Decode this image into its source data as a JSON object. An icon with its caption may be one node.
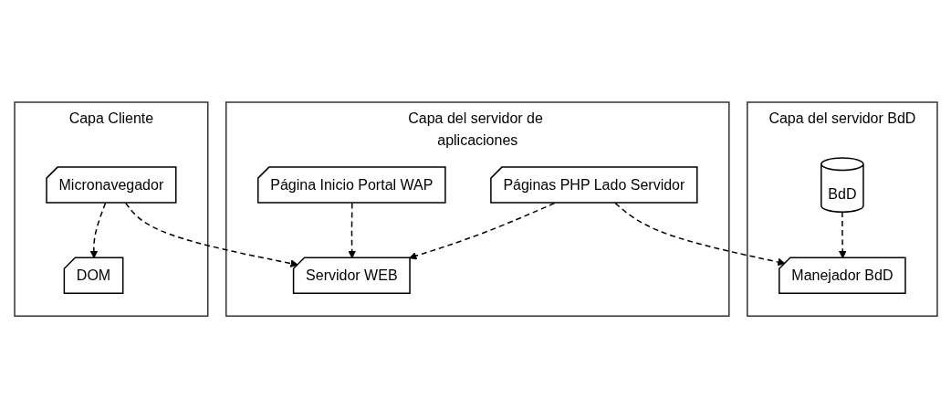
{
  "diagram": {
    "nodes": [
      {
        "text": [
          "Capa Cliente"
        ]
      },
      {
        "text": [
          "DOM"
        ],
        "in": 0
      },
      {
        "text": [
          "Micronavegador"
        ],
        "in": 0
      },
      {
        "text": [
          "Capa del servidor de aplicaciones"
        ]
      },
      {
        "text": [
          "Página Inicio Portal WAP"
        ],
        "in": 3
      },
      {
        "text": [
          "Páginas PHP Lado Servidor"
        ],
        "in": 3
      },
      {
        "text": [
          "Servidor WEB"
        ],
        "in": 3
      },
      {
        "text": [
          "Capa del servidor BdD"
        ]
      },
      {
        "text": [
          "Manejador BdD"
        ],
        "in": 7
      },
      {
        "text": [
          "BdD"
        ],
        "in": 7
      }
    ],
    "edges": [
      {
        "from": 2,
        "to": 1,
        "arrow": "to",
        "style": "dashed"
      },
      {
        "from": 2,
        "to": 6,
        "arrow": "to",
        "style": "dashed"
      },
      {
        "from": 4,
        "to": 6,
        "arrow": "to",
        "style": "dashed"
      },
      {
        "from": 5,
        "to": 6,
        "arrow": "to",
        "style": "dashed"
      },
      {
        "from": 5,
        "to": 8,
        "arrow": "to",
        "style": "dashed"
      },
      {
        "from": 9,
        "to": 8,
        "arrow": "to",
        "style": "dashed"
      }
    ]
  }
}
